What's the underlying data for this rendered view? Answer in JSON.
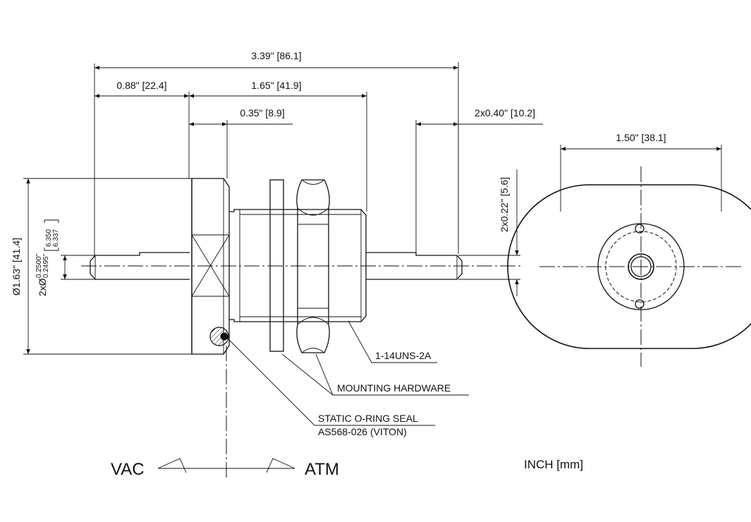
{
  "dimensions": {
    "overall_length": "3.39\" [86.1]",
    "flange_length": "0.88\" [22.4]",
    "body_length": "1.65\" [41.9]",
    "flange_offset": "0.35\" [8.9]",
    "pin_flat_length": "2x0.40\" [10.2]",
    "end_diameter": "1.50\" [38.1]",
    "pin_spacing": "2x0.22\" [5.6]",
    "flange_diameter": "Ø1.63\" [41.4]",
    "pin_diameter_prefix": "2xØ",
    "pin_diameter_upper_in": "0.2500\"",
    "pin_diameter_lower_in": "0.2495\"",
    "pin_diameter_upper_mm": "6.350",
    "pin_diameter_lower_mm": "6.337"
  },
  "callouts": {
    "thread": "1-14UNS-2A",
    "mounting": "MOUNTING HARDWARE",
    "oring_line1": "STATIC O-RING SEAL",
    "oring_line2": "AS568-026 (VITON)"
  },
  "labels": {
    "vac": "VAC",
    "atm": "ATM",
    "units": "INCH [mm]"
  }
}
